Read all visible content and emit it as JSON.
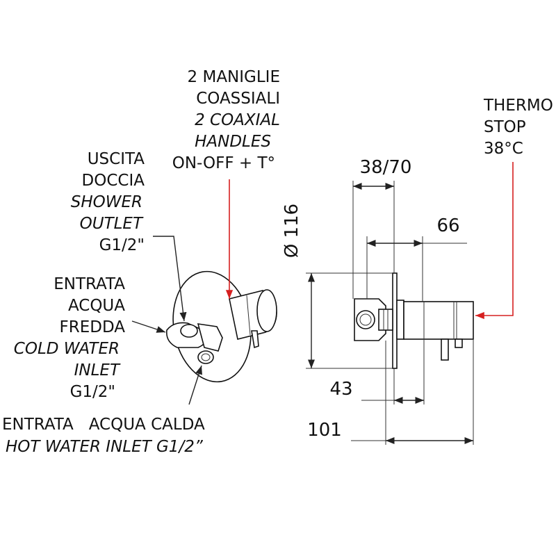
{
  "labels": {
    "handles": [
      "2 MANIGLIE",
      "COASSIALI",
      "2 COAXIAL",
      "HANDLES",
      "ON-OFF + T°"
    ],
    "outlet": [
      "USCITA",
      "DOCCIA",
      "SHOWER",
      "OUTLET",
      "G1/2\""
    ],
    "cold": [
      "ENTRATA",
      "ACQUA",
      "FREDDA",
      "COLD WATER",
      "INLET",
      "G1/2\""
    ],
    "hot": [
      "ENTRATA   ACQUA CALDA",
      "HOT WATER INLET G1/2”"
    ],
    "thermo": [
      "THERMO",
      "STOP",
      "38°C"
    ]
  },
  "dimensions": {
    "d1": "38/70",
    "d2": "66",
    "diameter": "Ø 116",
    "d3": "43",
    "d4": "101"
  },
  "colors": {
    "line": "#222222",
    "arrow": "#d62020"
  }
}
